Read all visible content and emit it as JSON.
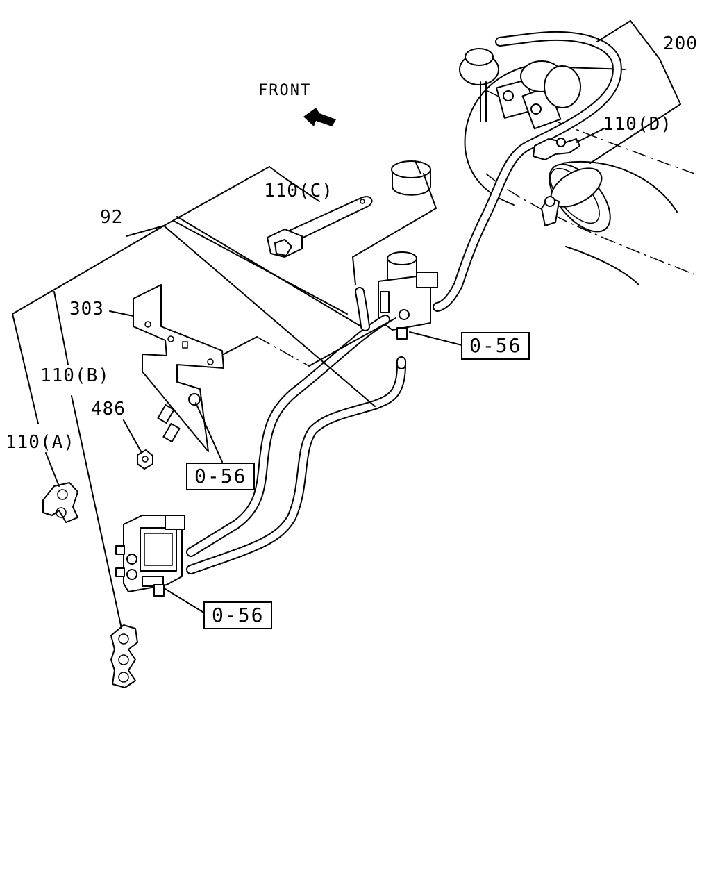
{
  "labels": {
    "front": "FRONT",
    "p200": "200",
    "p110d": "110(D)",
    "p110c": "110(C)",
    "p92": "92",
    "p303": "303",
    "p110b": "110(B)",
    "p486": "486",
    "p110a": "110(A)"
  },
  "refs": {
    "ref1": "0-56",
    "ref2": "0-56",
    "ref3": "0-56"
  }
}
